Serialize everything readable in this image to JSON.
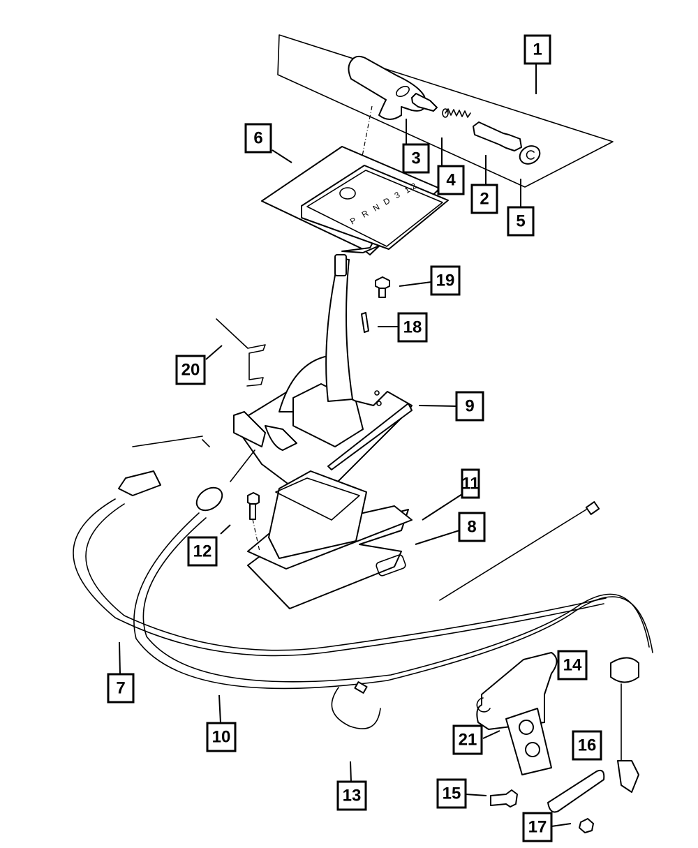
{
  "diagram": {
    "type": "exploded-parts-view",
    "subject": "Automatic transmission gear shifter assembly with cables",
    "colors": {
      "line": "#000000",
      "background": "#ffffff"
    },
    "shift_indicator_letters": [
      "P",
      "R",
      "N",
      "D",
      "3",
      "1-2"
    ],
    "callouts": [
      {
        "id": "c1",
        "label": "1",
        "part": "shift knob kit (outline group)"
      },
      {
        "id": "c2",
        "label": "2",
        "part": "plunger"
      },
      {
        "id": "c3",
        "label": "3",
        "part": "pin"
      },
      {
        "id": "c4",
        "label": "4",
        "part": "spring"
      },
      {
        "id": "c5",
        "label": "5",
        "part": "button cap"
      },
      {
        "id": "c6",
        "label": "6",
        "part": "shift bezel / indicator"
      },
      {
        "id": "c7",
        "label": "7",
        "part": "shift cable"
      },
      {
        "id": "c8",
        "label": "8",
        "part": "seal plate"
      },
      {
        "id": "c9",
        "label": "9",
        "part": "gear shifter assembly"
      },
      {
        "id": "c10",
        "label": "10",
        "part": "interlock cable"
      },
      {
        "id": "c11",
        "label": "11",
        "part": "boot"
      },
      {
        "id": "c12",
        "label": "12",
        "part": "bolt"
      },
      {
        "id": "c13",
        "label": "13",
        "part": "clip"
      },
      {
        "id": "c14",
        "label": "14",
        "part": "bracket"
      },
      {
        "id": "c15",
        "label": "15",
        "part": "bolt"
      },
      {
        "id": "c16",
        "label": "16",
        "part": "lever"
      },
      {
        "id": "c17",
        "label": "17",
        "part": "nut"
      },
      {
        "id": "c18",
        "label": "18",
        "part": "screw"
      },
      {
        "id": "c19",
        "label": "19",
        "part": "bolt"
      },
      {
        "id": "c20",
        "label": "20",
        "part": "retainer clip"
      },
      {
        "id": "c21",
        "label": "21",
        "part": "grommet kit"
      }
    ]
  }
}
